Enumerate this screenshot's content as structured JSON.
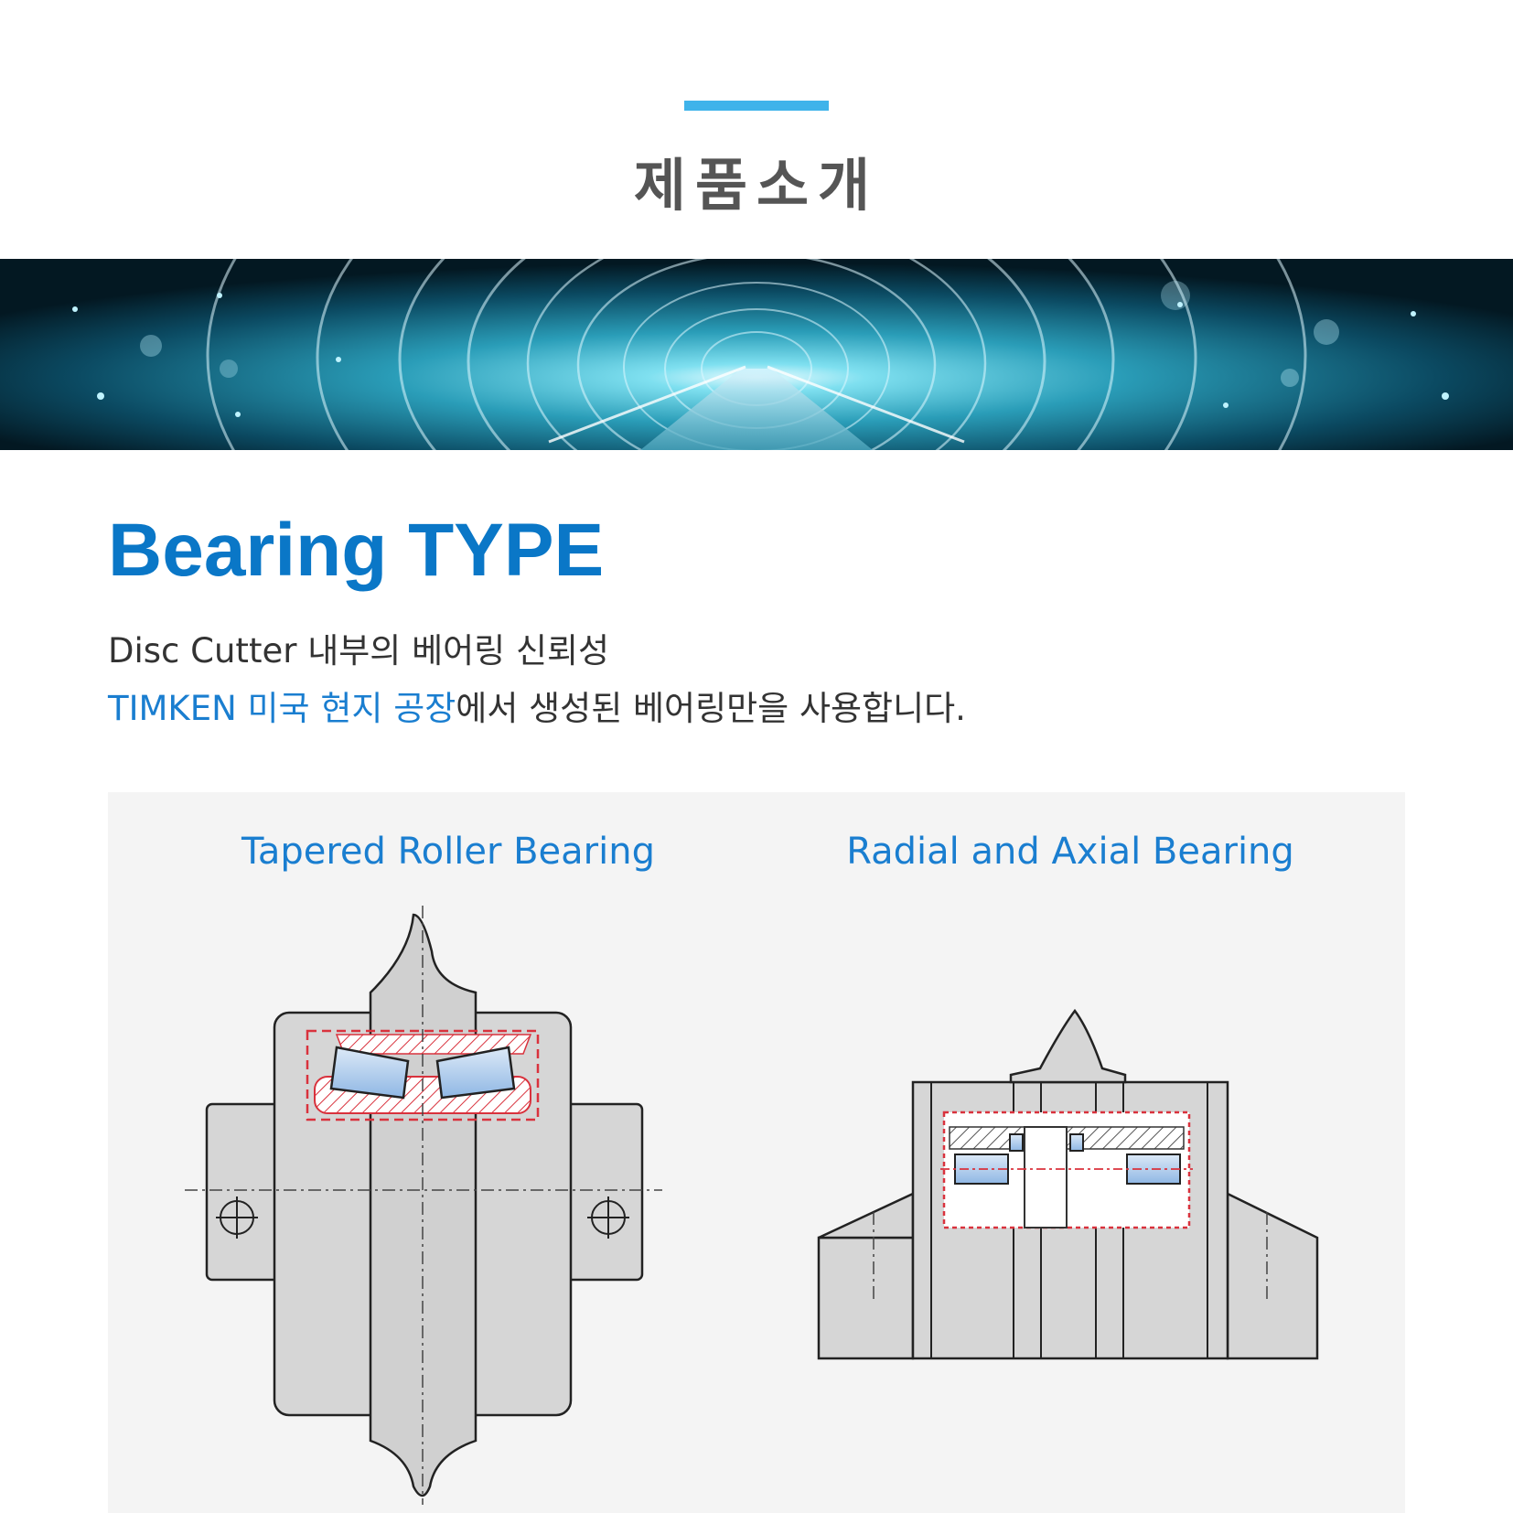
{
  "header": {
    "title": "제품소개"
  },
  "banner": {
    "alt": "tunnel-banner"
  },
  "section": {
    "title": "Bearing TYPE",
    "line1": "Disc Cutter 내부의 베어링 신뢰성",
    "line2_highlight": "TIMKEN 미국 현지 공장",
    "line2_rest": "에서 생성된 베어링만을 사용합니다."
  },
  "types": [
    {
      "label": "Tapered Roller Bearing"
    },
    {
      "label": "Radial and Axial Bearing"
    }
  ],
  "colors": {
    "accent": "#3fb3ea",
    "brand": "#0a77c7",
    "highlight": "#1a7ed0",
    "bearing_box": "#d9323d",
    "roller": "#9fc6ea"
  }
}
